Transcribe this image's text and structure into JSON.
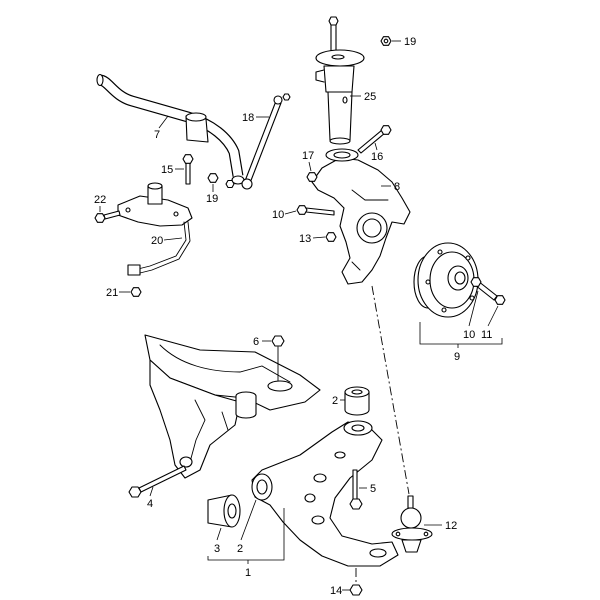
{
  "diagram": {
    "callouts": [
      "19",
      "25",
      "7",
      "18",
      "16",
      "17",
      "15",
      "8",
      "19",
      "22",
      "10",
      "20",
      "13",
      "21",
      "10",
      "11",
      "9",
      "6",
      "2",
      "5",
      "4",
      "12",
      "3",
      "2",
      "1",
      "14"
    ]
  },
  "colors": {
    "line": "#000000",
    "background": "#ffffff"
  }
}
